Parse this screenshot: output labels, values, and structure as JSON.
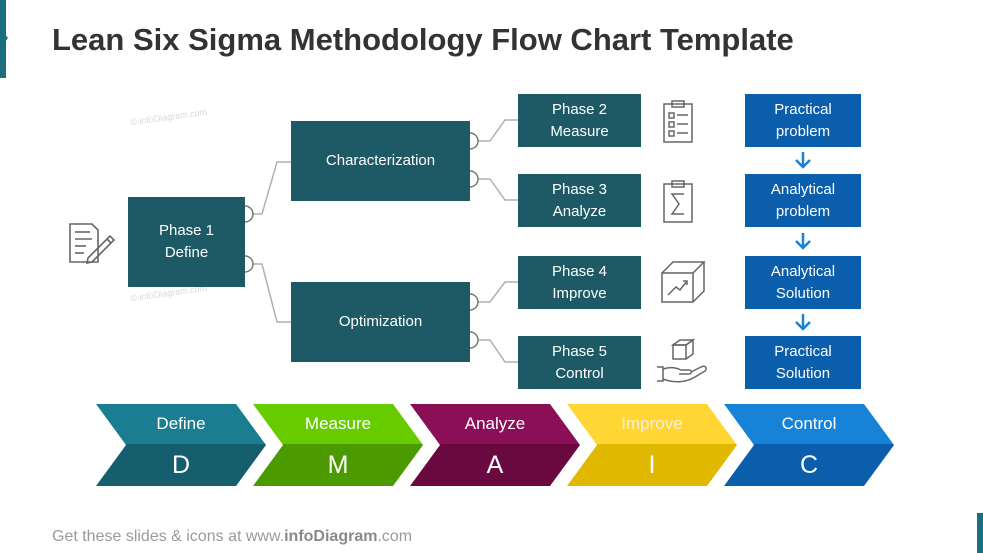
{
  "title": "Lean Six Sigma Methodology Flow Chart Template",
  "phase1": "Phase 1\nDefine",
  "branches": [
    "Characterization",
    "Optimization"
  ],
  "phases": [
    {
      "label": "Phase 2\nMeasure",
      "icon": "clipboard-checklist-icon"
    },
    {
      "label": "Phase 3\nAnalyze",
      "icon": "clipboard-sigma-icon"
    },
    {
      "label": "Phase 4\nImprove",
      "icon": "box-chart-icon"
    },
    {
      "label": "Phase 5\nControl",
      "icon": "hand-box-icon"
    }
  ],
  "problems": [
    "Practical\nproblem",
    "Analytical\nproblem",
    "Analytical\nSolution",
    "Practical\nSolution"
  ],
  "dmaic": [
    {
      "word": "Define",
      "letter": "D",
      "light": "#1b7d92",
      "dark": "#155e6d",
      "word_color": "#ffffff"
    },
    {
      "word": "Measure",
      "letter": "M",
      "light": "#66cc00",
      "dark": "#4a9a00",
      "word_color": "#ffffff"
    },
    {
      "word": "Analyze",
      "letter": "A",
      "light": "#8a0f56",
      "dark": "#6a0840",
      "word_color": "#ffffff"
    },
    {
      "word": "Improve",
      "letter": "I",
      "light": "#ffd633",
      "dark": "#e0b800",
      "word_color": "#f5f0d8"
    },
    {
      "word": "Control",
      "letter": "C",
      "light": "#1683d8",
      "dark": "#0b5eac",
      "word_color": "#ffffff"
    }
  ],
  "footer": {
    "prefix": "Get these slides & icons at www.",
    "brand": "infoDiagram",
    "suffix": ".com"
  },
  "watermark": "© infoDiagram.com",
  "icons": {
    "define": "document-pen-icon"
  },
  "colors": {
    "teal_box": "#1e5a65",
    "blue_box": "#0b5eac",
    "arrow": "#1683d8",
    "connector": "#b0b0b0"
  }
}
